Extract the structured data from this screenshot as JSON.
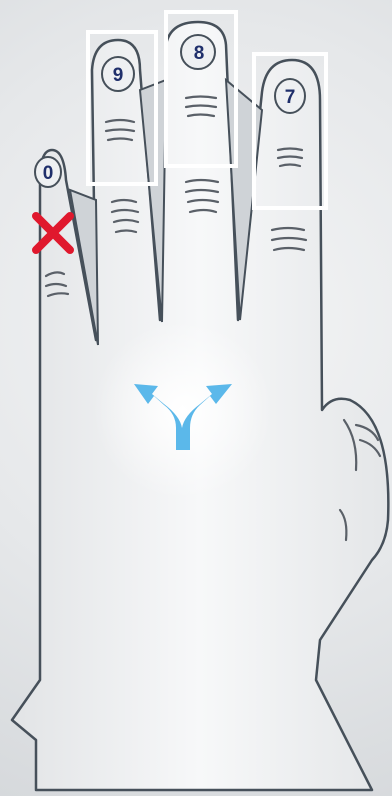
{
  "hand": {
    "side": "left",
    "fingers": [
      {
        "id": "little",
        "number": "0",
        "selected": false,
        "excluded": true
      },
      {
        "id": "ring",
        "number": "9",
        "selected": true,
        "excluded": false
      },
      {
        "id": "middle",
        "number": "8",
        "selected": true,
        "excluded": false
      },
      {
        "id": "index",
        "number": "7",
        "selected": true,
        "excluded": false
      }
    ],
    "center_icon": "split-arrow-icon",
    "exclude_icon": "red-x-icon"
  },
  "colors": {
    "arrow": "#5bb8ea",
    "exclude": "#e0182d",
    "number": "#1f2f6b",
    "selection_box": "#ffffff"
  }
}
